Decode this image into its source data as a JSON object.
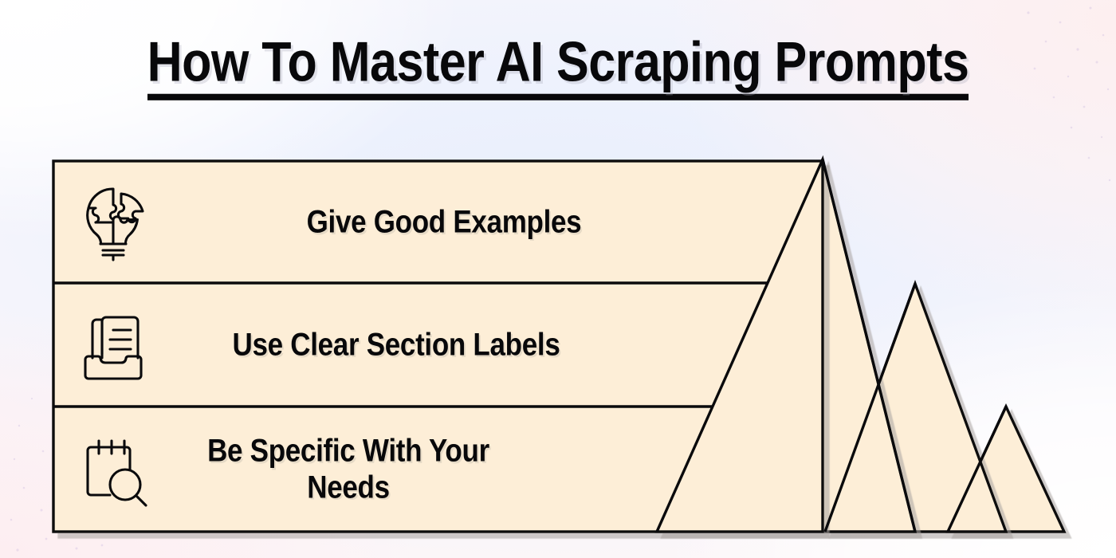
{
  "title": "How To Master AI Scraping Prompts",
  "colors": {
    "panel_fill": "#fdeed7",
    "outline": "#0a0a0c",
    "text": "#08080a",
    "bg_center": "#e9effc",
    "bg_pink": "#fdeef1",
    "bg_white": "#ffffff",
    "shadow": "#b9b3ae"
  },
  "diagram": {
    "type": "ascending-mountain-list",
    "direction": "bottom-to-top increasing importance",
    "peaks": 3,
    "rows": [
      {
        "index": 1,
        "label": "Give Good Examples",
        "icon": "puzzle-lightbulb-icon",
        "icon_description": "lightbulb formed from jigsaw puzzle pieces"
      },
      {
        "index": 2,
        "label": "Use Clear Section Labels",
        "icon": "document-tray-icon",
        "icon_description": "lined document sheets resting in an inbox tray"
      },
      {
        "index": 3,
        "label": "Be Specific With Your Needs",
        "icon": "notepad-search-icon",
        "icon_description": "spiral notepad with a magnifying glass"
      }
    ]
  },
  "chart_data": {
    "type": "bar",
    "title": "How To Master AI Scraping Prompts",
    "categories": [
      "Give Good Examples",
      "Use Clear Section Labels",
      "Be Specific With Your Needs"
    ],
    "values": [
      3,
      2,
      1
    ],
    "xlabel": "",
    "ylabel": "",
    "legend": "none",
    "grid": false
  }
}
